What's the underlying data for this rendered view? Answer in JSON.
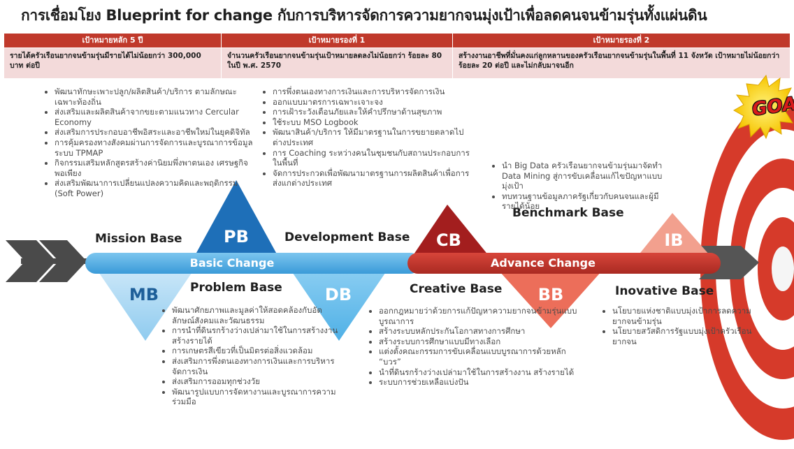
{
  "title": "การเชื่อมโยง Blueprint for change กับการบริหารจัดการความยากจนมุ่งเป้าเพื่อลดคนจนข้ามรุ่นทั้งแผ่นดิน",
  "goals": [
    {
      "header": "เป้าหมายหลัก 5 ปี",
      "body": "รายได้ครัวเรือนยากจนข้ามรุ่นมีรายได้ไม่น้อยกว่า 300,000 บาท ต่อปี"
    },
    {
      "header": "เป้าหมายรองที่ 1",
      "body": "จำนวนครัวเรือนยากจนข้ามรุ่นเป้าหมายลดลงไม่น้อยกว่า ร้อยละ 80 ในปี พ.ศ. 2570"
    },
    {
      "header": "เป้าหมายรองที่ 2",
      "body": "สร้างงานอาชีพที่มั่นคงแก่ลูกหลานของครัวเรือนยากจนข้ามรุ่นในพื้นที่ 11 จังหวัด เป้าหมายไม่น้อยกว่าร้อยละ 20 ต่อปี และไม่กลับมาจนอีก"
    }
  ],
  "band": {
    "left": "Basic Change",
    "right": "Advance Change"
  },
  "triangles": {
    "pb": "PB",
    "mb": "MB",
    "db": "DB",
    "cb": "CB",
    "bb": "BB",
    "ib": "IB"
  },
  "labels": {
    "mission": "Mission Base",
    "problem": "Problem Base",
    "development": "Development Base",
    "creative": "Creative Base",
    "benchmark": "Benchmark Base",
    "inovative": "Inovative Base"
  },
  "goal_word": "GOAL!",
  "lists": {
    "mission": [
      "พัฒนาทักษะเพาะปลูก/ผลิตสินค้า/บริการ ตามลักษณะเฉพาะท้องถิ่น",
      "ส่งเสริมและผลิตสินค้าจากขยะตามแนวทาง Cercular Economy",
      "ส่งเสริมการประกอบอาชีพอิสระและอาชีพใหม่ในยุคดิจิทัล",
      "การคุ้มครองทางสังคมผ่านการจัดการและบูรณาการข้อมูลระบบ TPMAP",
      "กิจกรรมเสริมหลักสูตรสร้างค่านิยมพึ่งพาตนเอง เศรษฐกิจพอเพียง",
      "ส่งเสริมพัฒนาการเปลี่ยนแปลงความคิดและพฤติกรรม (Soft Power)"
    ],
    "development": [
      "การพึ่งตนเองทางการเงินและการบริหารจัดการเงิน",
      "ออกแบบมาตรการเฉพาะเจาะจง",
      "การเฝ้าระวังเตือนภัยและให้คำปรึกษาด้านสุขภาพ",
      "ใช้ระบบ MSO Logbook",
      "พัฒนาสินค้า/บริการ ให้มีมาตรฐานในการขยายตลาดไปต่างประเทศ",
      "การ Coaching ระหว่างคนในชุมชนกับสถานประกอบการในพื้นที่",
      "จัดการประกวดเพื่อพัฒนามาตรฐานการผลิตสินค้าเพื่อการส่งแกต่างประเทศ"
    ],
    "benchmark": [
      "นำ Big Data ครัวเรือนยากจนข้ามรุ่นมาจัดทำ Data Mining สู่การขับเคลื่อนแก้ไขปัญหาแบบมุ่งเป้า",
      "ทบทวนฐานข้อมูลภาครัฐเกี่ยวกับคนจนและผู้มีรายได้น้อย"
    ],
    "problem": [
      "พัฒนาศักยภาพและมูลค่าให้สอดคล้องกับอัตลักษณ์สังคมและวัฒนธรรม",
      "การนำที่ดินรกร้างว่างเปล่ามาใช้ในการสร้างงาน สร้างรายได้",
      "การเกษตรสีเขียวที่เป็นมิตรต่อสิ่งแวดล้อม",
      "ส่งเสริมการพึ่งตนเองทางการเงินและการบริหารจัดการเงิน",
      "ส่งเสริมการออมทุกช่วงวัย",
      "พัฒนารูปแบบการจัดหางานและบูรณาการความร่วมมือ"
    ],
    "creative": [
      "ออกกฎหมายว่าด้วยการแก้ปัญหาความยากจนข้ามรุ่นแบบบูรณาการ",
      "สร้างระบบหลักประกันโอกาสทางการศึกษา",
      "สร้างระบบการศึกษาแบบมีทางเลือก",
      "แต่งตั้งคณะกรรมการขับเคลื่อนแบบบูรณาการด้วยหลัก “บวร”",
      "นำที่ดินรกร้างว่างเปล่ามาใช้ในการสร้างงาน สร้างรายได้",
      "ระบบการช่วยเหลือแบ่งปัน"
    ],
    "inovative": [
      "นโยบายแห่งชาติแบบมุ่งเป้าการลดความยากจนข้ามรุ่น",
      "นโยบายสวัสดิการรัฐแบบมุ่งเป้าครัวเรือนยากจน"
    ]
  },
  "colors": {
    "header_red": "#c0392b",
    "goal_pink": "#f3dada",
    "basic_blue": "#5bb3e6",
    "dark_blue": "#1e6fb8",
    "advance_red": "#c0392b",
    "dark_red": "#a31e1e",
    "salmon": "#e8735f",
    "light_salmon": "#f0a493"
  }
}
